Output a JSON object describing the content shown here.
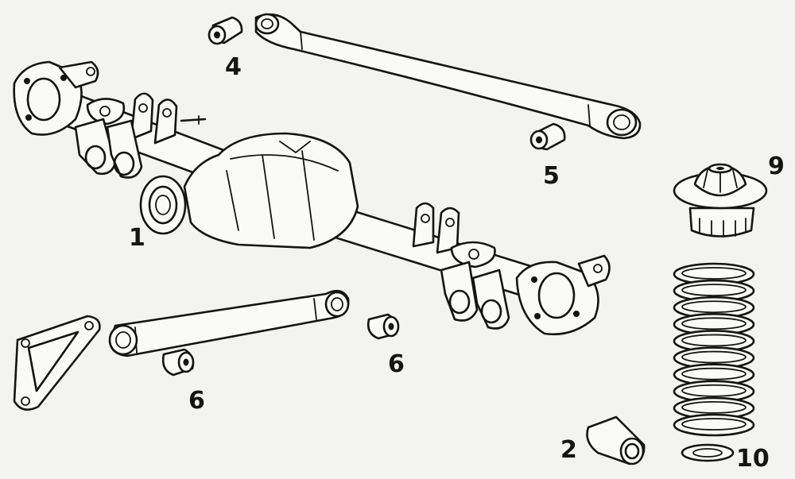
{
  "colors": {
    "ink": "#141414",
    "paper": "#f3f3f1"
  },
  "callouts": {
    "axle": "1",
    "bush_2": "2",
    "bush_4": "4",
    "bush_5": "5",
    "bush_6_left": "6",
    "bush_6_right": "6",
    "spring_seat": "9",
    "spring_washer": "10"
  }
}
